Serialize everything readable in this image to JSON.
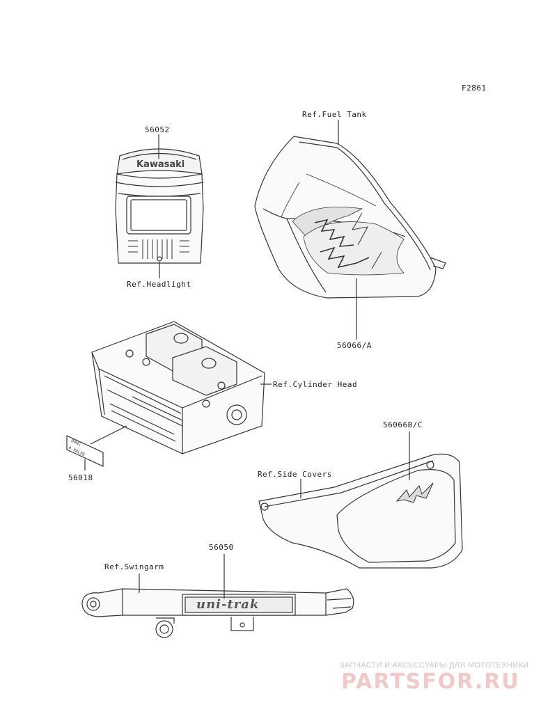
{
  "figure_code": "F2861",
  "parts": {
    "headlight_cover": {
      "part_no": "56052",
      "ref": "Ref.Headlight",
      "decal_text": "Kawasaki"
    },
    "fuel_tank": {
      "part_no": "56066/A",
      "ref": "Ref.Fuel Tank"
    },
    "cylinder_head": {
      "part_no": "56018",
      "ref": "Ref.Cylinder Head",
      "decal_text_1": "DOHC",
      "decal_text_2": "4-VALVE"
    },
    "side_covers": {
      "part_no": "56066B/C",
      "ref": "Ref.Side Covers"
    },
    "swingarm": {
      "part_no": "56050",
      "ref": "Ref.Swingarm",
      "decal_text": "uni-trak"
    }
  },
  "watermark": {
    "line1": "ЗАПЧАСТИ И АКСЕССУАРЫ ДЛЯ МОТОТЕХНИКИ",
    "line2": "PARTSFOR.RU"
  }
}
